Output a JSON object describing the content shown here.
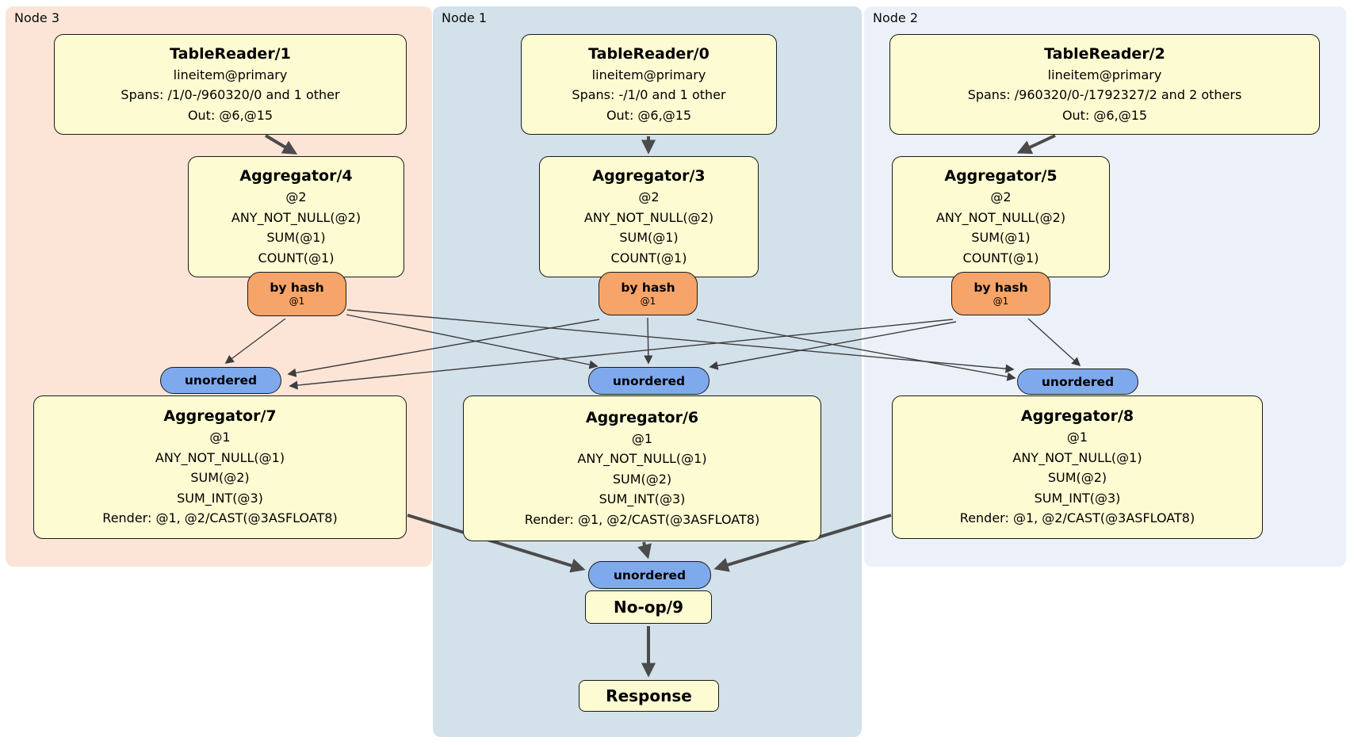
{
  "panels": {
    "node3": {
      "label": "Node 3"
    },
    "node1": {
      "label": "Node 1"
    },
    "node2": {
      "label": "Node 2"
    }
  },
  "processors": {
    "tablereader1": {
      "title": "TableReader/1",
      "lines": [
        "lineitem@primary",
        "Spans: /1/0-/960320/0 and 1 other",
        "Out: @6,@15"
      ]
    },
    "tablereader0": {
      "title": "TableReader/0",
      "lines": [
        "lineitem@primary",
        "Spans: -/1/0 and 1 other",
        "Out: @6,@15"
      ]
    },
    "tablereader2": {
      "title": "TableReader/2",
      "lines": [
        "lineitem@primary",
        "Spans: /960320/0-/1792327/2 and 2 others",
        "Out: @6,@15"
      ]
    },
    "aggregator4": {
      "title": "Aggregator/4",
      "lines": [
        "@2",
        "ANY_NOT_NULL(@2)",
        "SUM(@1)",
        "COUNT(@1)"
      ]
    },
    "aggregator3": {
      "title": "Aggregator/3",
      "lines": [
        "@2",
        "ANY_NOT_NULL(@2)",
        "SUM(@1)",
        "COUNT(@1)"
      ]
    },
    "aggregator5": {
      "title": "Aggregator/5",
      "lines": [
        "@2",
        "ANY_NOT_NULL(@2)",
        "SUM(@1)",
        "COUNT(@1)"
      ]
    },
    "aggregator7": {
      "title": "Aggregator/7",
      "lines": [
        "@1",
        "ANY_NOT_NULL(@1)",
        "SUM(@2)",
        "SUM_INT(@3)",
        "Render: @1, @2/CAST(@3ASFLOAT8)"
      ]
    },
    "aggregator6": {
      "title": "Aggregator/6",
      "lines": [
        "@1",
        "ANY_NOT_NULL(@1)",
        "SUM(@2)",
        "SUM_INT(@3)",
        "Render: @1, @2/CAST(@3ASFLOAT8)"
      ]
    },
    "aggregator8": {
      "title": "Aggregator/8",
      "lines": [
        "@1",
        "ANY_NOT_NULL(@1)",
        "SUM(@2)",
        "SUM_INT(@3)",
        "Render: @1, @2/CAST(@3ASFLOAT8)"
      ]
    },
    "noop9": {
      "title": "No-op/9"
    },
    "response": {
      "title": "Response"
    }
  },
  "routers": {
    "node3": {
      "label": "by hash",
      "detail": "@1"
    },
    "node1": {
      "label": "by hash",
      "detail": "@1"
    },
    "node2": {
      "label": "by hash",
      "detail": "@1"
    }
  },
  "streams": {
    "node3": {
      "label": "unordered"
    },
    "node1": {
      "label": "unordered"
    },
    "node2": {
      "label": "unordered"
    },
    "final": {
      "label": "unordered"
    }
  },
  "colors": {
    "node3_bg": "#fce5d7",
    "node1_bg": "#d3e1eb",
    "node2_bg": "#ecf1f9",
    "box_bg": "#fdfbd2",
    "hash_badge_bg": "#f6a469",
    "stream_badge_bg": "#7ea9ed",
    "edge_thin": "#3d3d3d",
    "edge_thick": "#4b4b4b"
  }
}
